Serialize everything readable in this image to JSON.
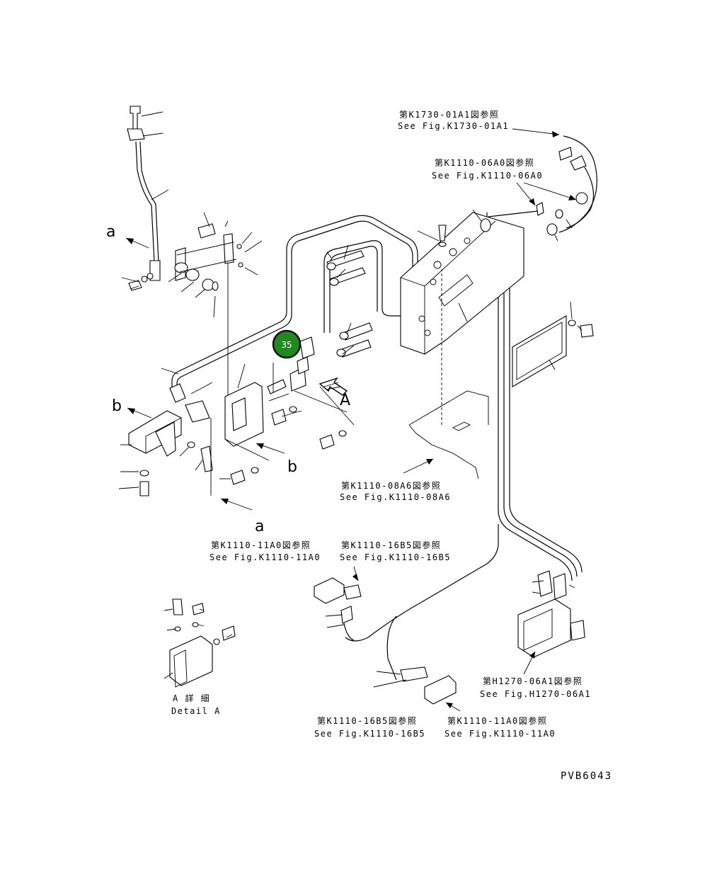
{
  "refs": {
    "k1730_jp": "第K1730-01A1図参照",
    "k1730_en": "See Fig.K1730-01A1",
    "k1110_06_jp": "第K1110-06A0図参照",
    "k1110_06_en": "See Fig.K1110-06A0",
    "k1110_08_jp": "第K1110-08A6図参照",
    "k1110_08_en": "See Fig.K1110-08A6",
    "k1110_11_left_jp": "第K1110-11A0図参照",
    "k1110_11_left_en": "See Fig.K1110-11A0",
    "k1110_16_top_jp": "第K1110-16B5図参照",
    "k1110_16_top_en": "See Fig.K1110-16B5",
    "h1270_jp": "第H1270-06A1図参照",
    "h1270_en": "See Fig.H1270-06A1",
    "k1110_16_bottom_jp": "第K1110-16B5図参照",
    "k1110_16_bottom_en": "See Fig.K1110-16B5",
    "k1110_11_bottom_jp": "第K1110-11A0図参照",
    "k1110_11_bottom_en": "See Fig.K1110-11A0"
  },
  "markers": {
    "a_top": "a",
    "b_left": "b",
    "b_mid": "b",
    "a_bottom": "a",
    "view_a": "A"
  },
  "detail": {
    "jp": "A 詳 細",
    "en": "Detail A"
  },
  "callout": {
    "number": "35",
    "color": "#1f8a1f"
  },
  "drawing_code": "PVB6043"
}
